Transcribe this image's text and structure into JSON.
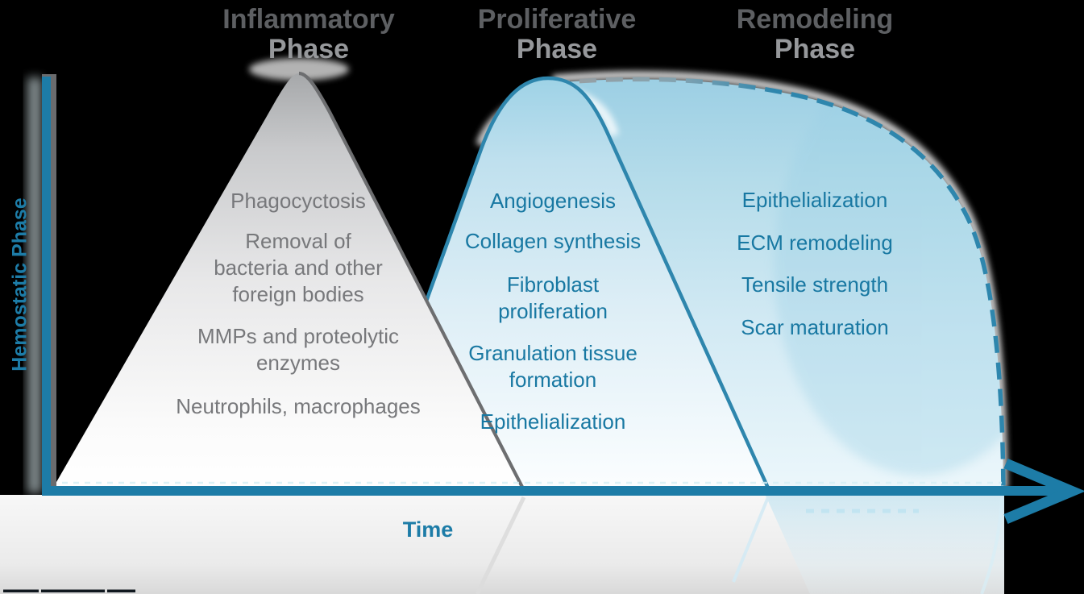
{
  "diagram": {
    "y_axis_label": "Hemostatic Phase",
    "x_axis_label": "Time",
    "colors": {
      "background": "#000000",
      "accent_teal": "#1d7ca7",
      "curve_teal_stroke": "#2e86ad",
      "curve_gray_stroke": "#6d6e70",
      "gray_text": "#77787b",
      "blue_text": "#1878a2",
      "header_primary": "#5d5f62",
      "header_secondary": "#96989b",
      "gray_fill_top": "#a6a8aa",
      "blue_fill_top": "#9ed2e6"
    },
    "phases": [
      {
        "title": "Inflammatory",
        "subtitle": "Phase",
        "items": [
          [
            "Phagocyctosis"
          ],
          [
            "Removal of",
            "bacteria and other",
            "foreign bodies"
          ],
          [
            "MMPs and proteolytic",
            "enzymes"
          ],
          [
            "Neutrophils, macrophages"
          ]
        ]
      },
      {
        "title": "Proliferative",
        "subtitle": "Phase",
        "items": [
          [
            "Angiogenesis"
          ],
          [
            "Collagen synthesis"
          ],
          [
            "Fibroblast",
            "proliferation"
          ],
          [
            "Granulation tissue",
            "formation"
          ],
          [
            "Epithelialization"
          ]
        ]
      },
      {
        "title": "Remodeling",
        "subtitle": "Phase",
        "items": [
          [
            "Epithelialization"
          ],
          [
            "ECM remodeling"
          ],
          [
            "Tensile strength"
          ],
          [
            "Scar maturation"
          ]
        ]
      }
    ]
  }
}
